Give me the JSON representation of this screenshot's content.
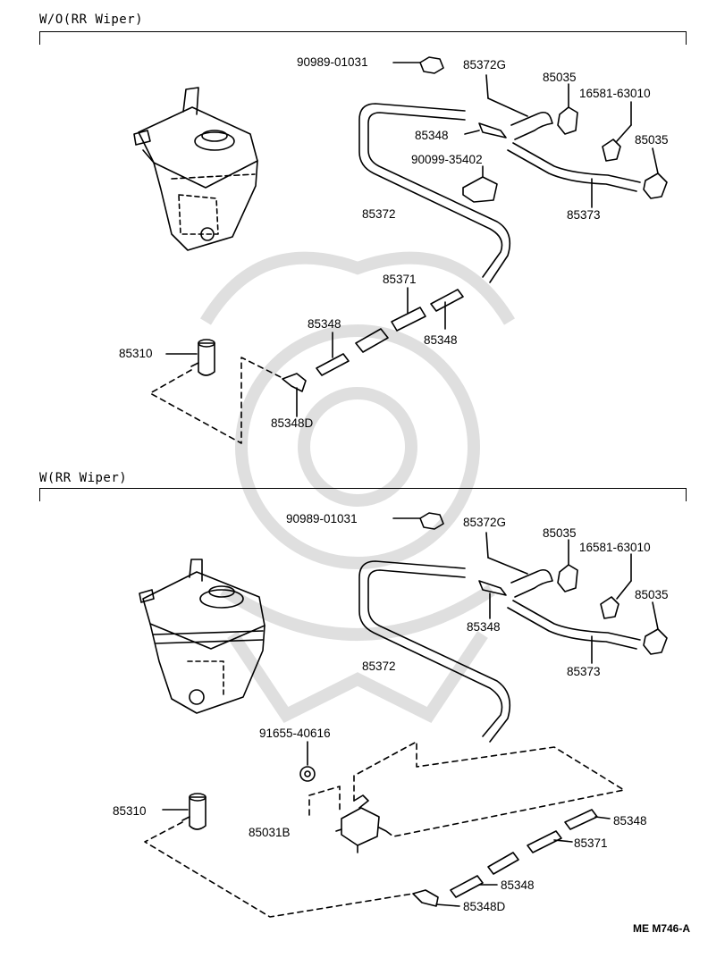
{
  "sections": [
    {
      "title": "W/O(RR Wiper)",
      "labels": {
        "part_90989": "90989-01031",
        "part_85372G": "85372G",
        "part_85035_a": "85035",
        "part_16581": "16581-63010",
        "part_85348_a": "85348",
        "part_85035_b": "85035",
        "part_90099": "90099-35402",
        "part_85372": "85372",
        "part_85373": "85373",
        "part_85371": "85371",
        "part_85348_b": "85348",
        "part_85348_c": "85348",
        "part_85310": "85310",
        "part_85348D": "85348D"
      }
    },
    {
      "title": "W(RR Wiper)",
      "labels": {
        "part_90989": "90989-01031",
        "part_85372G": "85372G",
        "part_85035_a": "85035",
        "part_16581": "16581-63010",
        "part_85035_b": "85035",
        "part_85348_a": "85348",
        "part_85372": "85372",
        "part_85373": "85373",
        "part_91655": "91655-40616",
        "part_85310": "85310",
        "part_85031B": "85031B",
        "part_85348_b": "85348",
        "part_85371": "85371",
        "part_85348_c": "85348",
        "part_85348D": "85348D"
      }
    }
  ],
  "drawing_code": "ME M746-A"
}
